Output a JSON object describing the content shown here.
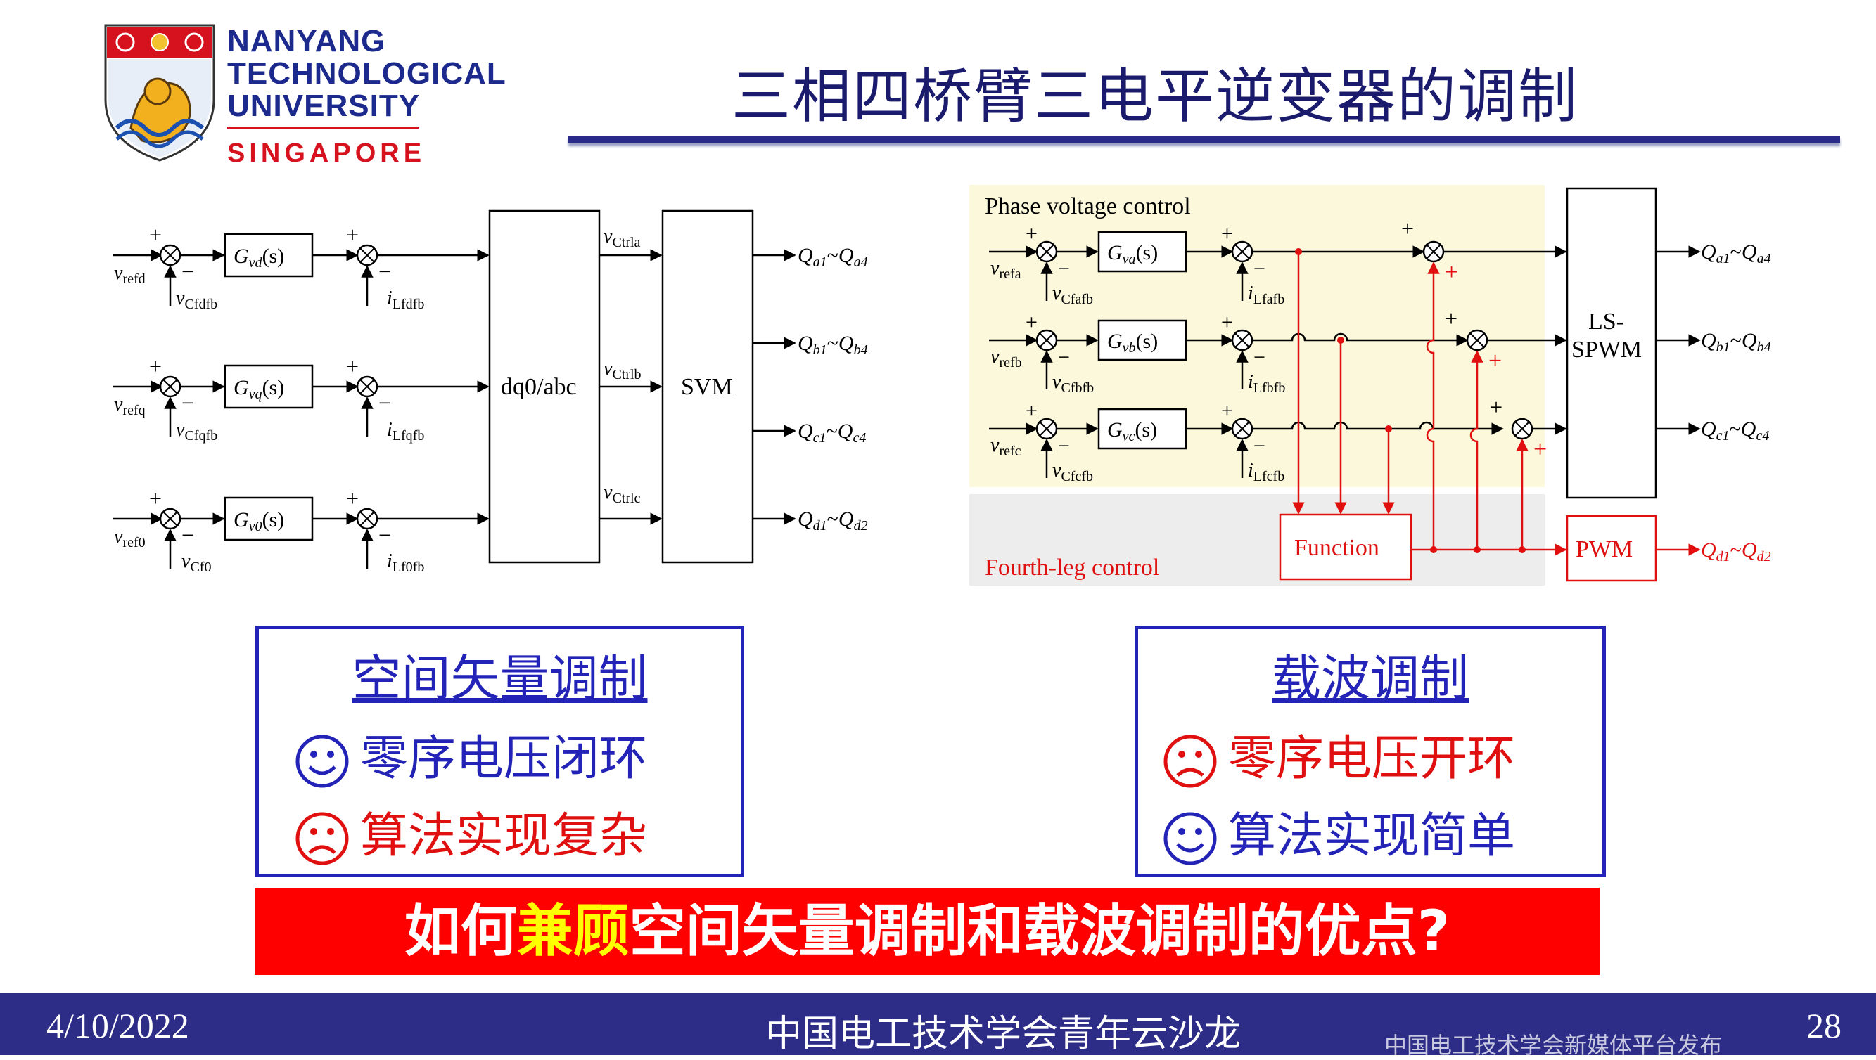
{
  "header": {
    "logo_lines": [
      "NANYANG",
      "TECHNOLOGICAL",
      "UNIVERSITY"
    ],
    "logo_country": "SINGAPORE",
    "title": "三相四桥臂三电平逆变器的调制"
  },
  "left_diagram": {
    "rows": [
      {
        "ref": "v",
        "ref_sub": "refd",
        "fb": "v",
        "fb_sub": "Cfdfb",
        "ctrl": "G",
        "ctrl_sub": "vd",
        "ctrl_arg": "(s)",
        "i": "i",
        "i_sub": "Lfdfb"
      },
      {
        "ref": "v",
        "ref_sub": "refq",
        "fb": "v",
        "fb_sub": "Cfqfb",
        "ctrl": "G",
        "ctrl_sub": "vq",
        "ctrl_arg": "(s)",
        "i": "i",
        "i_sub": "Lfqfb"
      },
      {
        "ref": "v",
        "ref_sub": "ref0",
        "fb": "v",
        "fb_sub": "Cf0",
        "ctrl": "G",
        "ctrl_sub": "v0",
        "ctrl_arg": "(s)",
        "i": "i",
        "i_sub": "Lf0fb"
      }
    ],
    "transform_label": "dq0/abc",
    "ctrl_signals": [
      {
        "v": "v",
        "sub": "Ctrla"
      },
      {
        "v": "v",
        "sub": "Ctrlb"
      },
      {
        "v": "v",
        "sub": "Ctrlc"
      }
    ],
    "modulator_label": "SVM",
    "outputs": [
      {
        "q1": "Q",
        "s1": "a1",
        "tilde": "~",
        "q2": "Q",
        "s2": "a4"
      },
      {
        "q1": "Q",
        "s1": "b1",
        "tilde": "~",
        "q2": "Q",
        "s2": "b4"
      },
      {
        "q1": "Q",
        "s1": "c1",
        "tilde": "~",
        "q2": "Q",
        "s2": "c4"
      },
      {
        "q1": "Q",
        "s1": "d1",
        "tilde": "~",
        "q2": "Q",
        "s2": "d2"
      }
    ],
    "plus": "+",
    "minus": "−"
  },
  "right_diagram": {
    "phase_label": "Phase voltage control",
    "fourth_label": "Fourth-leg control",
    "rows": [
      {
        "ref": "v",
        "ref_sub": "refa",
        "fb": "v",
        "fb_sub": "Cfafb",
        "ctrl": "G",
        "ctrl_sub": "va",
        "ctrl_arg": "(s)",
        "i": "i",
        "i_sub": "Lfafb"
      },
      {
        "ref": "v",
        "ref_sub": "refb",
        "fb": "v",
        "fb_sub": "Cfbfb",
        "ctrl": "G",
        "ctrl_sub": "vb",
        "ctrl_arg": "(s)",
        "i": "i",
        "i_sub": "Lfbfb"
      },
      {
        "ref": "v",
        "ref_sub": "refc",
        "fb": "v",
        "fb_sub": "Cfcfb",
        "ctrl": "G",
        "ctrl_sub": "vc",
        "ctrl_arg": "(s)",
        "i": "i",
        "i_sub": "Lfcfb"
      }
    ],
    "modulator_line1": "LS-",
    "modulator_line2": "SPWM",
    "function_label": "Function",
    "pwm_label": "PWM",
    "outputs": [
      {
        "q1": "Q",
        "s1": "a1",
        "tilde": "~",
        "q2": "Q",
        "s2": "a4"
      },
      {
        "q1": "Q",
        "s1": "b1",
        "tilde": "~",
        "q2": "Q",
        "s2": "b4"
      },
      {
        "q1": "Q",
        "s1": "c1",
        "tilde": "~",
        "q2": "Q",
        "s2": "c4"
      },
      {
        "q1": "Q",
        "s1": "d1",
        "tilde": "~",
        "q2": "Q",
        "s2": "d2"
      }
    ],
    "plus": "+",
    "minus": "−"
  },
  "svm_box": {
    "heading": "空间矢量调制",
    "items": [
      {
        "text": "零序电压闭环",
        "face": "smile-icon",
        "color": "#2323b8"
      },
      {
        "text": "算法实现复杂",
        "face": "frown-icon",
        "color": "#e01010"
      }
    ]
  },
  "carrier_box": {
    "heading": "载波调制",
    "items": [
      {
        "text": "零序电压开环",
        "face": "frown-icon",
        "color": "#e01010"
      },
      {
        "text": "算法实现简单",
        "face": "smile-icon",
        "color": "#2323b8"
      }
    ]
  },
  "banner": {
    "pre": "如何",
    "highlight": "兼顾",
    "post": "空间矢量调制和载波调制的优点?"
  },
  "footer": {
    "date": "4/10/2022",
    "center": "中国电工技术学会青年云沙龙",
    "publisher": "中国电工技术学会新媒体平台发布",
    "page": "28"
  },
  "colors": {
    "navy": "#2d2d88",
    "blue": "#2323b8",
    "red": "#ff0000",
    "yellow_panel": "#fbf8dc",
    "gray_panel": "#ededed"
  }
}
